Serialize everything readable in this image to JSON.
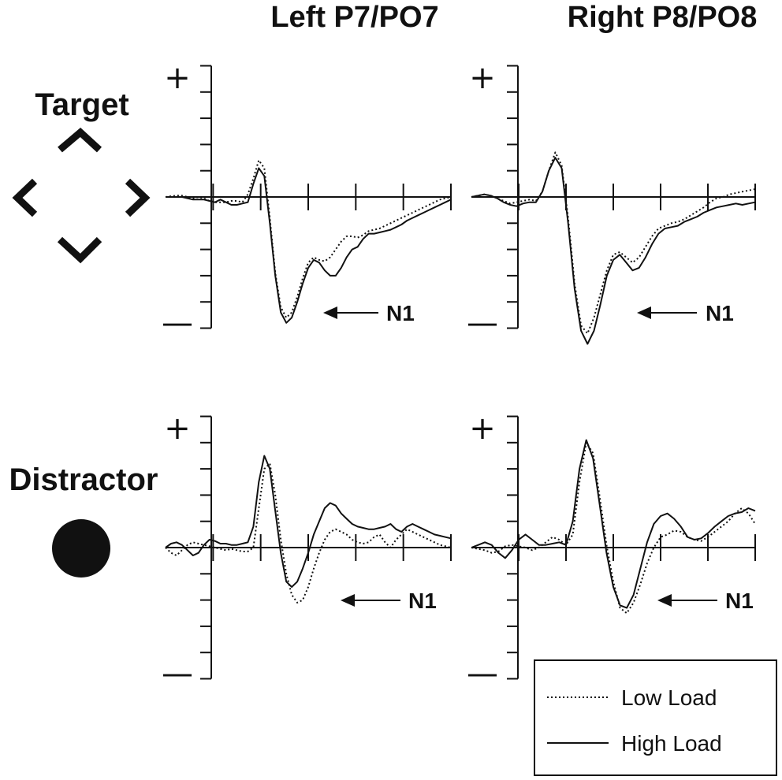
{
  "column_titles": [
    "Left P7/PO7",
    "Right P8/PO8"
  ],
  "row_titles": [
    "Target",
    "Distractor"
  ],
  "axis_signs": {
    "positive": "+",
    "negative": "—"
  },
  "annotation_label": "N1",
  "legend": {
    "low": {
      "label": "Low Load",
      "style": "dotted"
    },
    "high": {
      "label": "High Load",
      "style": "solid"
    }
  },
  "icons": {
    "target": "bracket-diamond-icon",
    "distractor": "filled-circle-icon"
  },
  "colors": {
    "ink": "#111111"
  },
  "chart_data": [
    {
      "type": "line",
      "panel": "target-left",
      "title": "Left P7/PO7",
      "ylim": [
        -5,
        5
      ],
      "xlim": [
        -200,
        1000
      ],
      "x": [
        -200,
        -180,
        -160,
        -140,
        -120,
        -100,
        -80,
        -60,
        -40,
        -20,
        0,
        20,
        40,
        60,
        80,
        100,
        120,
        140,
        160,
        180,
        200,
        220,
        240,
        260,
        280,
        300,
        320,
        340,
        360,
        380,
        400,
        420,
        440,
        460,
        480,
        500,
        520,
        540,
        560,
        580,
        600,
        620,
        640,
        660,
        680,
        700,
        720,
        740,
        760,
        780,
        800,
        820,
        840,
        860,
        880,
        900,
        920,
        940,
        960,
        980,
        1000
      ],
      "series": [
        {
          "name": "Low Load",
          "style": "dotted",
          "values": [
            0,
            0.03,
            0.05,
            0.05,
            0,
            -0.05,
            0,
            -0.05,
            -0.15,
            -0.2,
            -0.2,
            -0.2,
            -0.15,
            -0.15,
            -0.2,
            0.1,
            0.7,
            1.4,
            1.1,
            -0.8,
            -2.9,
            -4.2,
            -4.6,
            -4.4,
            -3.8,
            -3.1,
            -2.5,
            -2.3,
            -2.4,
            -2.45,
            -2.3,
            -2.0,
            -1.7,
            -1.5,
            -1.5,
            -1.55,
            -1.45,
            -1.3,
            -1.25,
            -1.2,
            -1.1,
            -1.0,
            -0.9,
            -0.8,
            -0.7,
            -0.6,
            -0.5,
            -0.4,
            -0.3,
            -0.2,
            -0.1,
            -0.05,
            0
          ]
        },
        {
          "name": "High Load",
          "style": "solid",
          "values": [
            0,
            0,
            0,
            0,
            -0.05,
            -0.1,
            -0.1,
            -0.1,
            -0.15,
            -0.2,
            -0.1,
            -0.2,
            -0.3,
            -0.3,
            -0.25,
            -0.2,
            0.5,
            1.1,
            0.8,
            -1.0,
            -3.0,
            -4.4,
            -4.8,
            -4.6,
            -4.0,
            -3.3,
            -2.7,
            -2.4,
            -2.5,
            -2.8,
            -3.0,
            -3.0,
            -2.7,
            -2.3,
            -2.0,
            -1.9,
            -1.6,
            -1.4,
            -1.4,
            -1.35,
            -1.3,
            -1.25,
            -1.15,
            -1.05,
            -0.9,
            -0.8,
            -0.7,
            -0.6,
            -0.5,
            -0.4,
            -0.3,
            -0.2,
            -0.1
          ]
        }
      ]
    },
    {
      "type": "line",
      "panel": "target-right",
      "title": "Right P8/PO8",
      "ylim": [
        -5,
        5
      ],
      "xlim": [
        -200,
        1000
      ],
      "x": [
        -200,
        -180,
        -160,
        -140,
        -120,
        -100,
        -80,
        -60,
        -40,
        -20,
        0,
        20,
        40,
        60,
        80,
        100,
        120,
        140,
        160,
        180,
        200,
        220,
        240,
        260,
        280,
        300,
        320,
        340,
        360,
        380,
        400,
        420,
        440,
        460,
        480,
        500,
        520,
        540,
        560,
        580,
        600,
        620,
        640,
        660,
        680,
        700,
        720,
        740,
        760,
        780,
        800,
        820,
        840,
        860,
        880,
        900,
        920,
        940,
        960,
        980,
        1000
      ],
      "series": [
        {
          "name": "Low Load",
          "style": "dotted",
          "values": [
            0,
            0.05,
            0.1,
            0.05,
            -0.05,
            -0.15,
            -0.25,
            -0.2,
            -0.15,
            -0.1,
            -0.15,
            0.2,
            1.0,
            1.7,
            1.2,
            -0.8,
            -3.3,
            -4.9,
            -5.2,
            -4.6,
            -3.7,
            -2.8,
            -2.2,
            -2.1,
            -2.3,
            -2.5,
            -2.3,
            -1.9,
            -1.5,
            -1.2,
            -1.1,
            -1.0,
            -0.95,
            -0.85,
            -0.7,
            -0.55,
            -0.4,
            -0.2,
            -0.05,
            0,
            0.1,
            0.15,
            0.2,
            0.25,
            0.3
          ]
        },
        {
          "name": "High Load",
          "style": "solid",
          "values": [
            0,
            0.05,
            0.1,
            0.05,
            -0.05,
            -0.2,
            -0.3,
            -0.35,
            -0.25,
            -0.2,
            -0.2,
            0.2,
            1.0,
            1.5,
            1.1,
            -1.0,
            -3.5,
            -5.1,
            -5.6,
            -5.1,
            -4.1,
            -3.0,
            -2.4,
            -2.2,
            -2.5,
            -2.8,
            -2.7,
            -2.3,
            -1.8,
            -1.4,
            -1.2,
            -1.15,
            -1.1,
            -0.95,
            -0.85,
            -0.75,
            -0.6,
            -0.5,
            -0.4,
            -0.35,
            -0.3,
            -0.25,
            -0.3,
            -0.25,
            -0.2
          ]
        }
      ]
    },
    {
      "type": "line",
      "panel": "distractor-left",
      "title": "Left P7/PO7",
      "ylim": [
        -5,
        5
      ],
      "xlim": [
        -200,
        1000
      ],
      "x": [
        -200,
        -180,
        -160,
        -140,
        -120,
        -100,
        -80,
        -60,
        -40,
        -20,
        0,
        20,
        40,
        60,
        80,
        100,
        120,
        140,
        160,
        180,
        200,
        220,
        240,
        260,
        280,
        300,
        320,
        340,
        360,
        380,
        400,
        420,
        440,
        460,
        480,
        500,
        520,
        540,
        560,
        580,
        600,
        620,
        640,
        660,
        680,
        700,
        720,
        740,
        760,
        780,
        800,
        820,
        840,
        860,
        880,
        900,
        920,
        940,
        960,
        980,
        1000
      ],
      "series": [
        {
          "name": "Low Load",
          "style": "dotted",
          "values": [
            0,
            -0.2,
            -0.3,
            -0.1,
            0.1,
            0.2,
            0.15,
            0.1,
            0.05,
            0,
            -0.05,
            -0.1,
            -0.05,
            -0.1,
            -0.15,
            -0.15,
            0.0,
            1.5,
            3.0,
            3.2,
            2.0,
            0.3,
            -1.0,
            -1.8,
            -2.1,
            -2.0,
            -1.5,
            -0.8,
            -0.2,
            0.3,
            0.6,
            0.7,
            0.6,
            0.5,
            0.3,
            0.2,
            0.15,
            0.2,
            0.4,
            0.5,
            0.2,
            0.0,
            0.3,
            0.5,
            0.7,
            0.6,
            0.5,
            0.4,
            0.3,
            0.2,
            0.1,
            0.05,
            0.0
          ]
        },
        {
          "name": "High Load",
          "style": "solid",
          "values": [
            0,
            0.15,
            0.2,
            0.1,
            -0.1,
            -0.3,
            -0.2,
            0.1,
            0.3,
            0.25,
            0.15,
            0.15,
            0.1,
            0.1,
            0.15,
            0.2,
            0.8,
            2.5,
            3.5,
            3.0,
            1.4,
            -0.2,
            -1.3,
            -1.5,
            -1.3,
            -0.8,
            -0.2,
            0.5,
            1.0,
            1.5,
            1.7,
            1.6,
            1.3,
            1.1,
            0.9,
            0.8,
            0.75,
            0.7,
            0.7,
            0.75,
            0.8,
            0.9,
            0.7,
            0.6,
            0.8,
            0.9,
            0.8,
            0.7,
            0.6,
            0.5,
            0.45,
            0.4,
            0.35
          ]
        }
      ]
    },
    {
      "type": "line",
      "panel": "distractor-right",
      "title": "Right P8/PO8",
      "ylim": [
        -5,
        5
      ],
      "xlim": [
        -200,
        1000
      ],
      "x": [
        -200,
        -180,
        -160,
        -140,
        -120,
        -100,
        -80,
        -60,
        -40,
        -20,
        0,
        20,
        40,
        60,
        80,
        100,
        120,
        140,
        160,
        180,
        200,
        220,
        240,
        260,
        280,
        300,
        320,
        340,
        360,
        380,
        400,
        420,
        440,
        460,
        480,
        500,
        520,
        540,
        560,
        580,
        600,
        620,
        640,
        660,
        680,
        700,
        720,
        740,
        760,
        780,
        800,
        820,
        840,
        860,
        880,
        900,
        920,
        940,
        960,
        980,
        1000
      ],
      "series": [
        {
          "name": "Low Load",
          "style": "dotted",
          "values": [
            0,
            -0.05,
            -0.1,
            -0.2,
            -0.15,
            0.05,
            0.1,
            0.05,
            0.0,
            -0.1,
            0.0,
            0.2,
            0.4,
            0.3,
            0.1,
            0.5,
            2.5,
            4.0,
            3.6,
            1.9,
            0.1,
            -1.3,
            -2.3,
            -2.5,
            -2.1,
            -1.4,
            -0.6,
            0.0,
            0.4,
            0.5,
            0.65,
            0.6,
            0.4,
            0.3,
            0.25,
            0.4,
            0.6,
            0.8,
            1.0,
            1.3,
            1.5,
            1.3,
            0.9
          ]
        },
        {
          "name": "High Load",
          "style": "solid",
          "values": [
            0,
            0.1,
            0.2,
            0.1,
            -0.2,
            -0.4,
            -0.1,
            0.3,
            0.5,
            0.3,
            0.1,
            0.1,
            0.15,
            0.2,
            0.1,
            1.0,
            3.0,
            4.1,
            3.4,
            1.6,
            -0.2,
            -1.5,
            -2.2,
            -2.3,
            -1.8,
            -0.8,
            0.2,
            0.9,
            1.2,
            1.3,
            1.1,
            0.8,
            0.4,
            0.3,
            0.35,
            0.55,
            0.8,
            1.0,
            1.2,
            1.3,
            1.35,
            1.5,
            1.4
          ]
        }
      ]
    }
  ]
}
